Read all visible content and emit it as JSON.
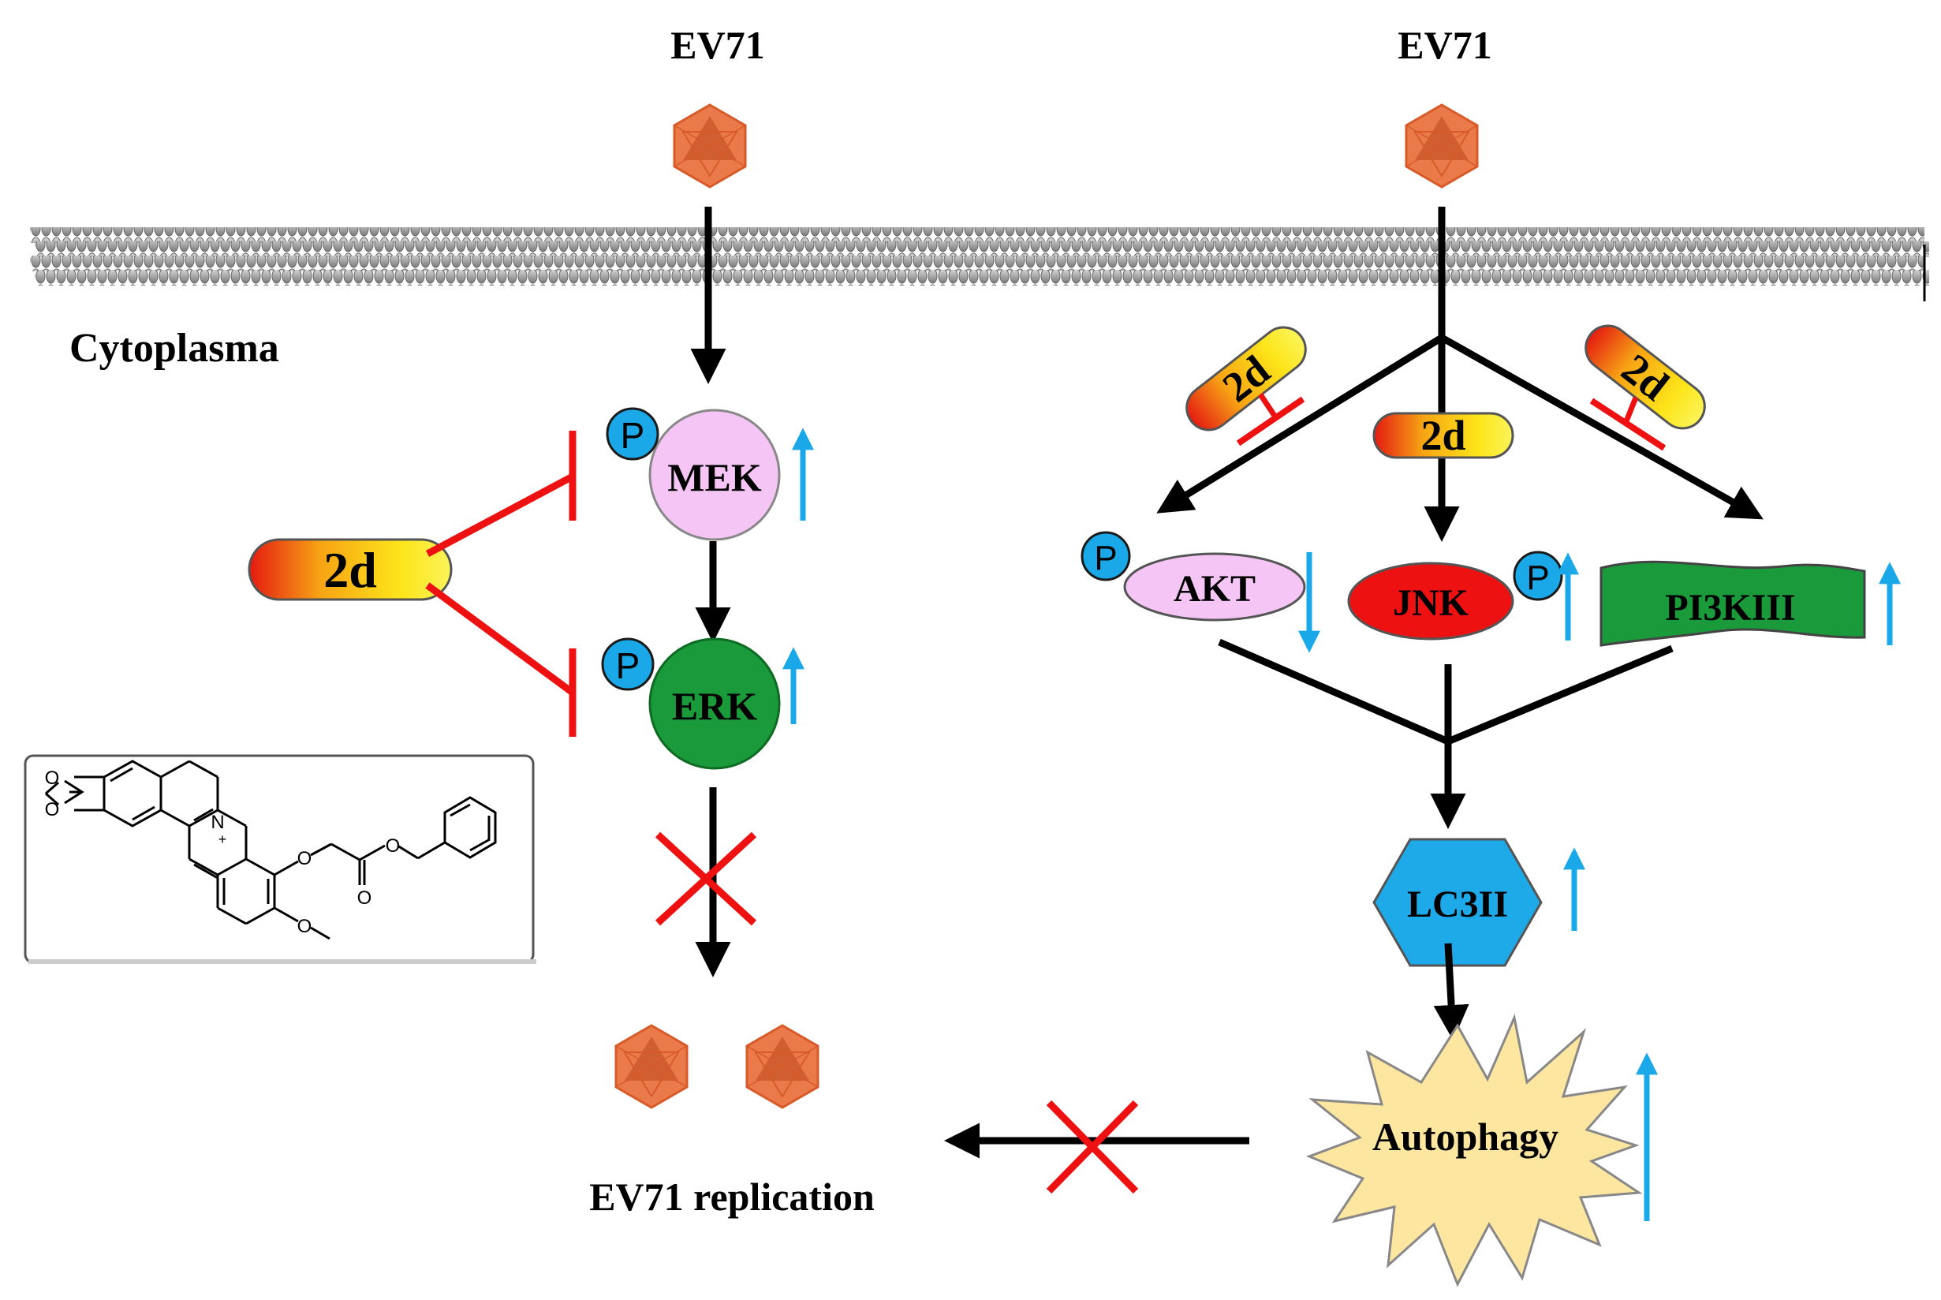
{
  "virus": {
    "left_label": "EV71",
    "right_label": "EV71"
  },
  "compartment": {
    "label": "Cytoplasma"
  },
  "inhibitor": {
    "name_left": "2d",
    "name_right_a": "2d",
    "name_right_b": "2d",
    "name_right_c": "2d"
  },
  "phospho_label": "P",
  "left_pathway": {
    "nodes": [
      {
        "id": "mek",
        "label": "MEK",
        "color": "#f5c6f5",
        "change": "up"
      },
      {
        "id": "erk",
        "label": "ERK",
        "color": "#1a9a3a",
        "change": "up"
      }
    ],
    "outcome": "EV71 replication"
  },
  "right_pathway": {
    "nodes": [
      {
        "id": "akt",
        "label": "AKT",
        "color": "#f5c6f5",
        "change": "down"
      },
      {
        "id": "jnk",
        "label": "JNK",
        "color": "#ee1111",
        "change": "up"
      },
      {
        "id": "pi3kiii",
        "label": "PI3KIII",
        "color": "#1a9a3a",
        "change": "up"
      },
      {
        "id": "lc3ii",
        "label": "LC3II",
        "color": "#1ea9e8",
        "change": "up"
      },
      {
        "id": "autophagy",
        "label": "Autophagy",
        "color": "#fce6a0",
        "change": "up"
      }
    ]
  },
  "structure_atoms": {
    "o1": "O",
    "o2": "O",
    "n": "N",
    "charge": "+",
    "o3": "O",
    "o4": "O",
    "o5": "O",
    "o6": "O"
  },
  "colors": {
    "inhibition": "#ee1111",
    "activation": "#000000",
    "change_arrow": "#1aa8e8",
    "membrane": "#9a9a9a",
    "virus": "#e8642c",
    "phospho_badge": "#1aa8e8"
  }
}
